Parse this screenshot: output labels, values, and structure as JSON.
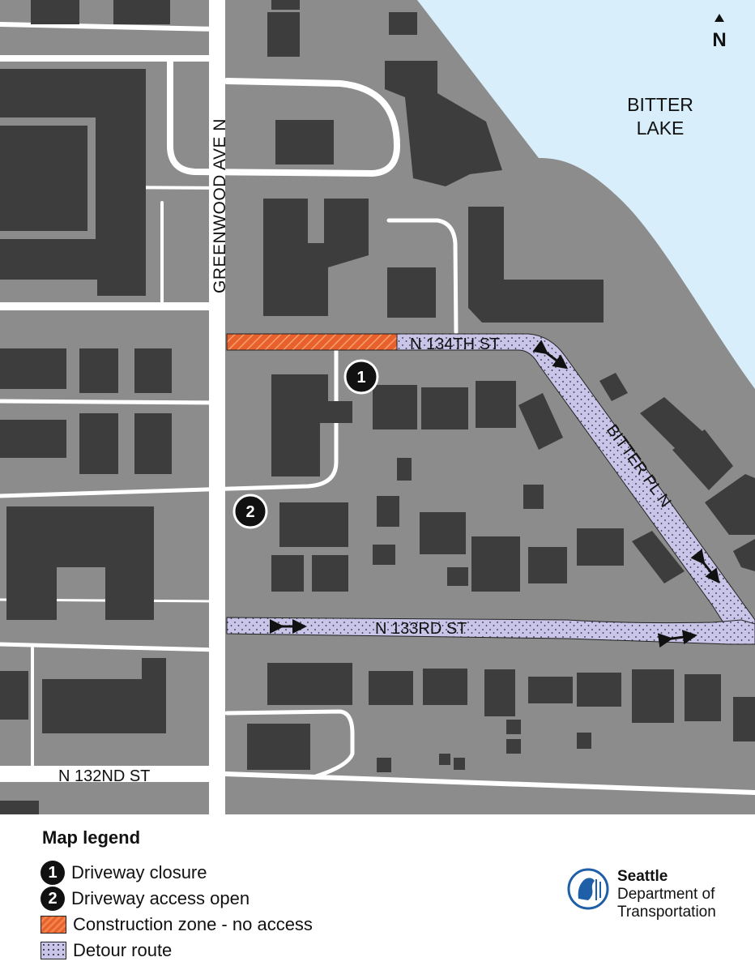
{
  "map": {
    "lake_label_line1": "BITTER",
    "lake_label_line2": "LAKE",
    "north_label": "N",
    "streets": {
      "greenwood": "GREENWOOD AVE N",
      "n134th": "N 134TH ST",
      "bitter_pl": "BITTER PL N",
      "n133rd": "N 133RD ST",
      "n132nd": "N 132ND ST"
    },
    "markers": {
      "closure": "1",
      "access": "2"
    },
    "colors": {
      "land": "#8c8c8c",
      "building": "#3d3d3d",
      "road": "#ffffff",
      "water": "#d8eefb",
      "construction": "#e8602c",
      "detour": "#c9c5e8"
    }
  },
  "legend": {
    "title": "Map legend",
    "items": [
      {
        "symbol": "1",
        "label": "Driveway closure"
      },
      {
        "symbol": "2",
        "label": "Driveway access open"
      },
      {
        "symbol": "construction-swatch",
        "label": "Construction zone - no access"
      },
      {
        "symbol": "detour-swatch",
        "label": "Detour route"
      }
    ]
  },
  "logo": {
    "line1": "Seattle",
    "line2": "Department of",
    "line3": "Transportation"
  }
}
